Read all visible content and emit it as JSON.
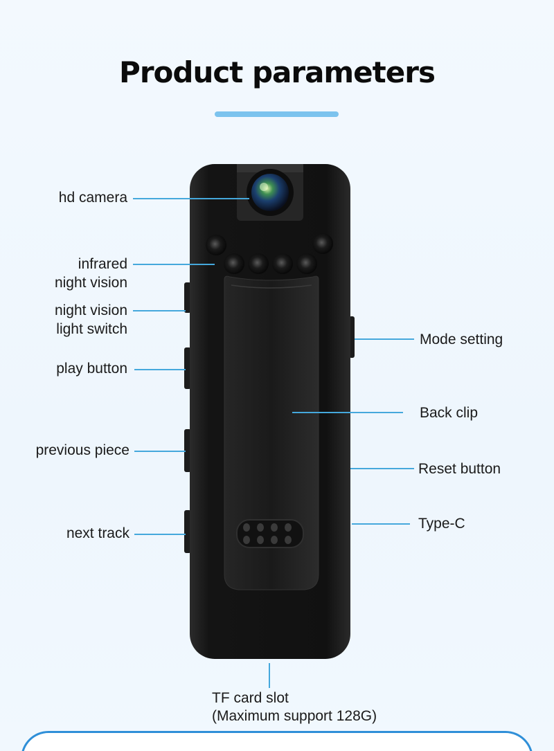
{
  "header": {
    "title": "Product parameters",
    "accent_color": "#7cc3ee"
  },
  "labels": {
    "hd_camera": "hd camera",
    "infrared_line1": "infrared",
    "infrared_line2": "night vision",
    "night_switch_line1": "night vision",
    "night_switch_line2": "light switch",
    "play_button": "play button",
    "previous_piece": "previous piece",
    "next_track": "next track",
    "mode_setting": "Mode setting",
    "back_clip": "Back clip",
    "reset_button": "Reset button",
    "type_c": "Type-C",
    "tf_line1": "TF card slot",
    "tf_line2": "(Maximum support 128G)"
  },
  "colors": {
    "callout_line": "#45a8dc",
    "device_body": "#161616",
    "background": "#f1f8fe"
  }
}
